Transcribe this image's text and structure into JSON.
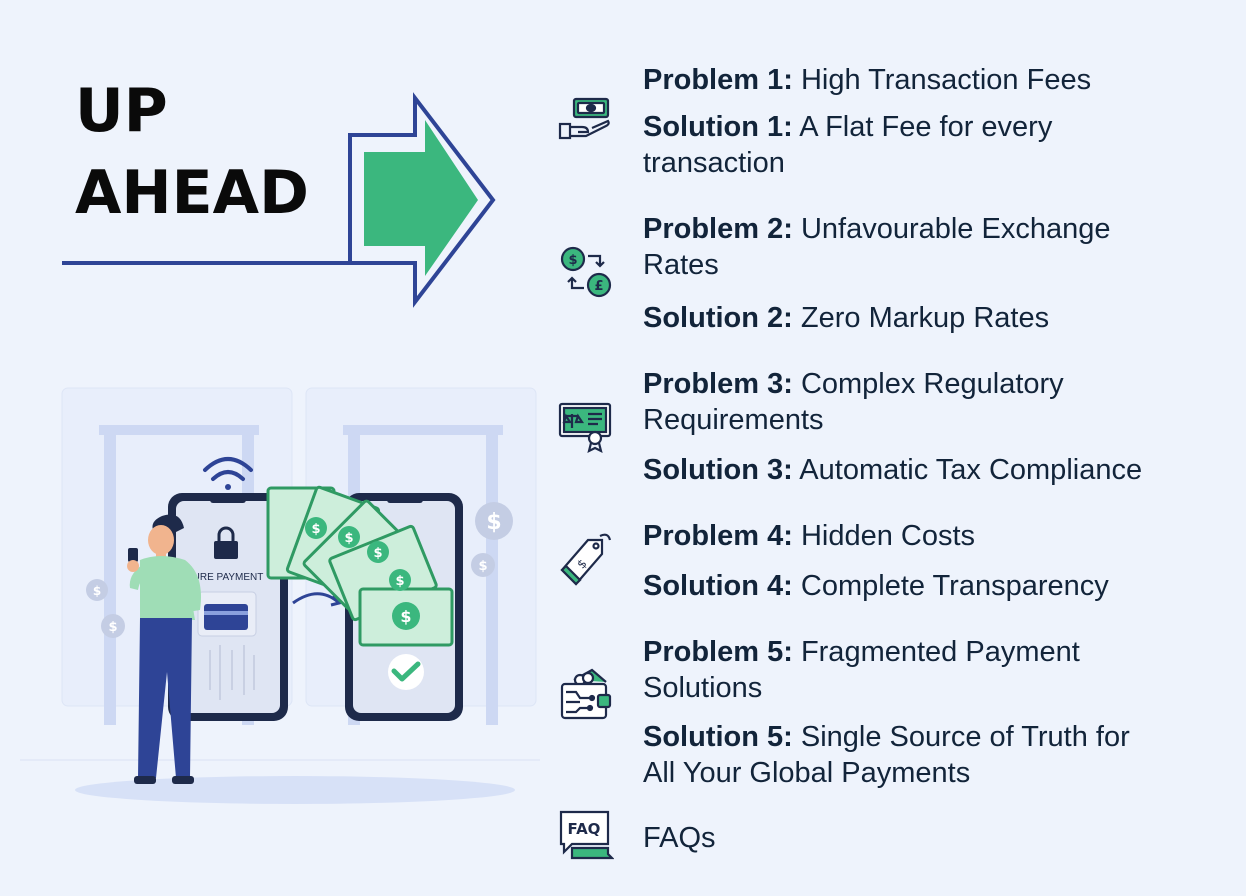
{
  "heading": {
    "line1": "UP",
    "line2": "AHEAD"
  },
  "illustration": {
    "phone_label": "URE PAYMENT"
  },
  "items": [
    {
      "problem_label": "Problem 1:",
      "problem_text": "High Transaction Fees",
      "solution_label": "Solution 1:",
      "solution_text": "A Flat Fee for every transaction",
      "icon": "hand-money-icon"
    },
    {
      "problem_label": "Problem 2:",
      "problem_text": "Unfavourable Exchange Rates",
      "solution_label": "Solution 2:",
      "solution_text": "Zero Markup Rates",
      "icon": "currency-exchange-icon"
    },
    {
      "problem_label": "Problem 3:",
      "problem_text": "Complex Regulatory Requirements",
      "solution_label": "Solution 3:",
      "solution_text": "Automatic Tax Compliance",
      "icon": "certificate-scales-icon"
    },
    {
      "problem_label": "Problem 4:",
      "problem_text": "Hidden Costs",
      "solution_label": "Solution 4:",
      "solution_text": "Complete Transparency",
      "icon": "price-tag-icon"
    },
    {
      "problem_label": "Problem 5:",
      "problem_text": "Fragmented Payment Solutions",
      "solution_label": "Solution 5:",
      "solution_text": "Single Source of Truth for All Your Global Payments",
      "icon": "wallet-circuit-icon"
    }
  ],
  "faq": {
    "label": "FAQs",
    "icon": "faq-bubble-icon"
  },
  "colors": {
    "green": "#3bb77e",
    "navy": "#2e4496",
    "text": "#12243a"
  }
}
